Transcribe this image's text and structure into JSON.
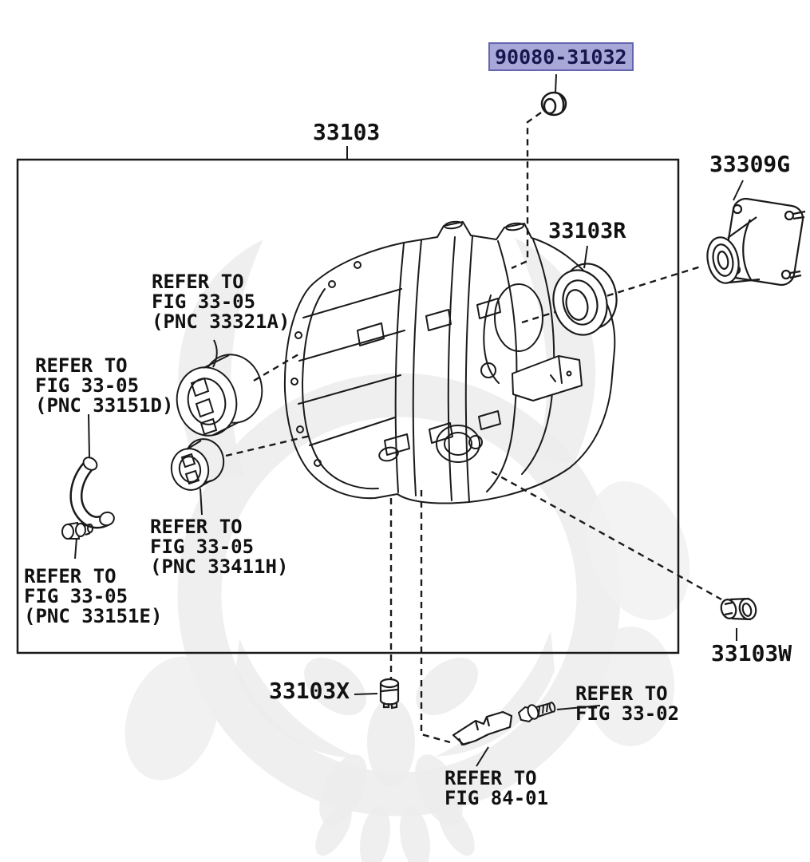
{
  "figure_title": "33103",
  "highlighted_part": "90080-31032",
  "parts": {
    "p33309g": "33309G",
    "p33103r": "33103R",
    "p33103w": "33103W",
    "p33103x": "33103X"
  },
  "refs": {
    "pnc33321a": {
      "line1": "REFER TO",
      "line2": "FIG 33-05",
      "line3": "(PNC 33321A)"
    },
    "pnc33151d": {
      "line1": "REFER TO",
      "line2": "FIG 33-05",
      "line3": "(PNC 33151D)"
    },
    "pnc33411h": {
      "line1": "REFER TO",
      "line2": "FIG 33-05",
      "line3": "(PNC 33411H)"
    },
    "pnc33151e": {
      "line1": "REFER TO",
      "line2": "FIG 33-05",
      "line3": "(PNC 33151E)"
    },
    "fig3302": {
      "line1": "REFER TO",
      "line2": "FIG 33-02"
    },
    "fig8401": {
      "line1": "REFER TO",
      "line2": "FIG 84-01"
    }
  },
  "colors": {
    "highlight_bg": "#a8a8d8",
    "highlight_border": "#6565b0",
    "highlight_text": "#171750",
    "line": "#1a1a1a",
    "watermark": "#ececec"
  }
}
